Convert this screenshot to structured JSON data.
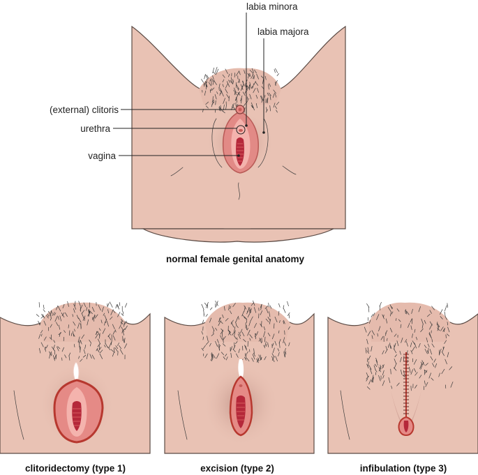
{
  "main_figure": {
    "caption": "normal female genital anatomy",
    "labels": {
      "labia_minora": "labia minora",
      "labia_majora": "labia majora",
      "clitoris": "(external) clitoris",
      "urethra": "urethra",
      "vagina": "vagina"
    }
  },
  "panels": [
    {
      "caption": "clitoridectomy (type 1)"
    },
    {
      "caption": "excision (type 2)"
    },
    {
      "caption": "infibulation (type 3)"
    }
  ],
  "colors": {
    "skin": "#e9c2b4",
    "skin_shadow": "#c99a8f",
    "labia_pink": "#e8918e",
    "inner_pink": "#f4b3ad",
    "wound_red": "#c0392b",
    "outline": "#5a4a44"
  }
}
